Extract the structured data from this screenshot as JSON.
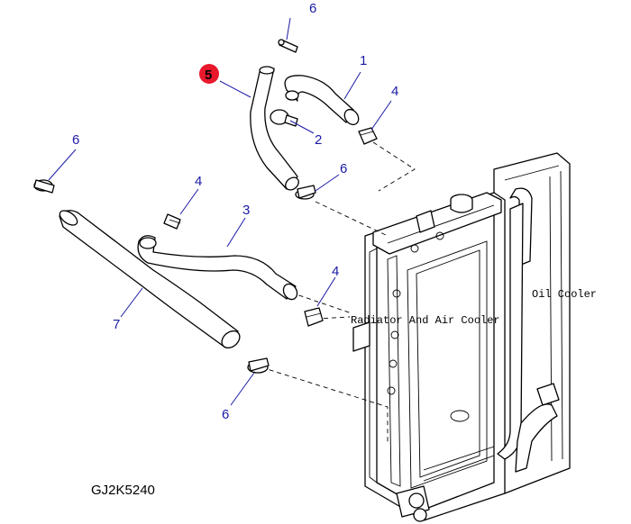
{
  "diagram": {
    "drawing_code": "GJ2K5240",
    "labels": {
      "oil_cooler": "Oil Cooler",
      "radiator": "Radiator And Air Cooler"
    },
    "callouts": [
      {
        "id": "c6_top",
        "text": "6"
      },
      {
        "id": "c1",
        "text": "1"
      },
      {
        "id": "c5",
        "text": "5"
      },
      {
        "id": "c4_a",
        "text": "4"
      },
      {
        "id": "c2",
        "text": "2"
      },
      {
        "id": "c6_mid",
        "text": "6"
      },
      {
        "id": "c6_left",
        "text": "6"
      },
      {
        "id": "c4_b",
        "text": "4"
      },
      {
        "id": "c3",
        "text": "3"
      },
      {
        "id": "c4_c",
        "text": "4"
      },
      {
        "id": "c7",
        "text": "7"
      },
      {
        "id": "c6_bottom",
        "text": "6"
      }
    ],
    "colors": {
      "callout": "#1a1aa6",
      "highlight_badge": "#e8192c",
      "line": "#000000"
    }
  }
}
